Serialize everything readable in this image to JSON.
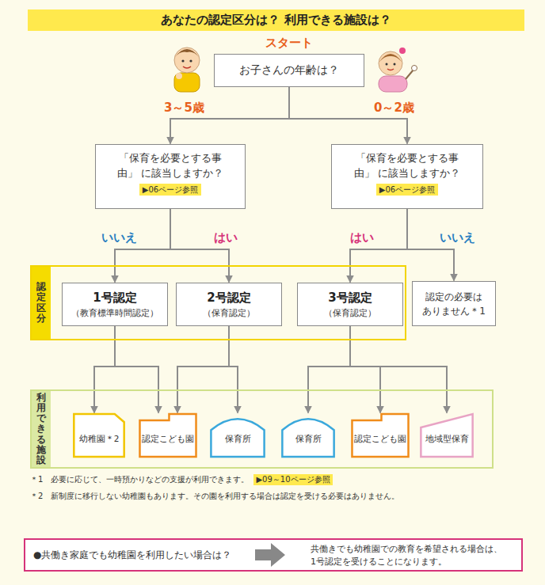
{
  "diagram": {
    "title": "あなたの認定区分は？ 利用できる施設は？",
    "nodes": [
      {
        "text": [
          "スタート",
          "お子さんの年齢は？"
        ]
      },
      {
        "text": [
          "「保育を必要とする事由」 に該当しますか？",
          "▶06ページ参照"
        ]
      },
      {
        "text": [
          "「保育を必要とする事由」 に該当しますか？",
          "▶06ページ参照"
        ]
      },
      {
        "text": [
          "認定区分"
        ]
      },
      {
        "text": [
          "1号認定",
          "（教育標準時間認定）"
        ],
        "in": 3
      },
      {
        "text": [
          "2号認定",
          "（保育認定）"
        ],
        "in": 3
      },
      {
        "text": [
          "3号認定",
          "（保育認定）"
        ],
        "in": 3
      },
      {
        "text": [
          "認定の必要は ありません＊1"
        ]
      },
      {
        "text": [
          "利用できる施設"
        ]
      },
      {
        "text": [
          "幼稚園＊2"
        ],
        "in": 8
      },
      {
        "text": [
          "認定こども園"
        ],
        "in": 8
      },
      {
        "text": [
          "保育所"
        ],
        "in": 8
      },
      {
        "text": [
          "保育所"
        ],
        "in": 8
      },
      {
        "text": [
          "認定こども園"
        ],
        "in": 8
      },
      {
        "text": [
          "地域型保育"
        ],
        "in": 8
      },
      {
        "text": [
          "●共働き家庭でも幼稚園を利用したい場合は？",
          "共働きでも幼稚園での教育を希望される場合は、 1号認定を受けることになります。"
        ]
      }
    ],
    "edges": [
      {
        "from": 0,
        "to": 1,
        "label": "3～5歳",
        "arrow": "to"
      },
      {
        "from": 0,
        "to": 2,
        "label": "0～2歳",
        "arrow": "to"
      },
      {
        "from": 1,
        "to": 4,
        "label": "いいえ",
        "arrow": "to"
      },
      {
        "from": 1,
        "to": 5,
        "label": "はい",
        "arrow": "to"
      },
      {
        "from": 2,
        "to": 6,
        "label": "はい",
        "arrow": "to"
      },
      {
        "from": 2,
        "to": 7,
        "label": "いいえ",
        "arrow": "to"
      },
      {
        "from": 4,
        "to": 9,
        "arrow": "to"
      },
      {
        "from": 4,
        "to": 10,
        "arrow": "to"
      },
      {
        "from": 5,
        "to": 10,
        "arrow": "to"
      },
      {
        "from": 5,
        "to": 11,
        "arrow": "to"
      },
      {
        "from": 6,
        "to": 12,
        "arrow": "to"
      },
      {
        "from": 6,
        "to": 13,
        "arrow": "to"
      },
      {
        "from": 6,
        "to": 14,
        "arrow": "to"
      }
    ],
    "labels": [
      "＊1　必要に応じて、一時預かりなどの支援が利用できます。",
      "▶09～10ページ参照",
      "＊2　新制度に移行しない幼稚園もあります。その園を利用する場合は認定を受ける必要はありません。"
    ]
  }
}
